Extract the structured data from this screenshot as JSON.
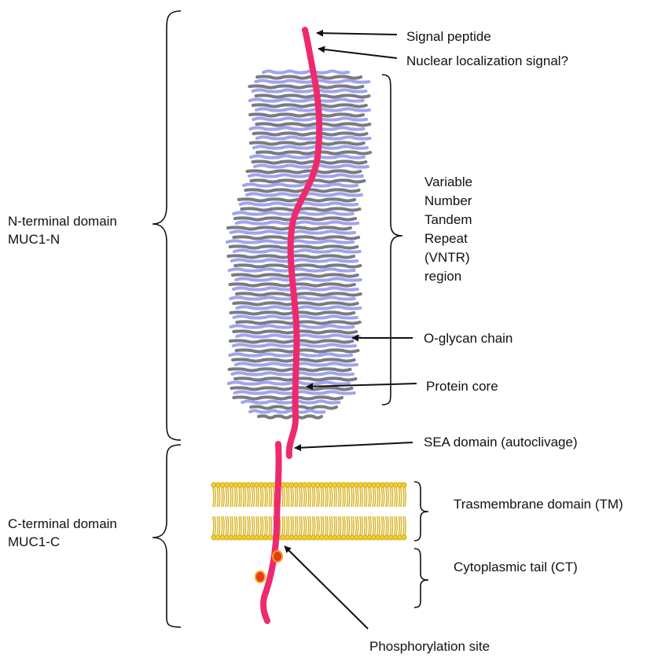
{
  "domains": {
    "n_terminal": {
      "line1": "N-terminal domain",
      "line2": "MUC1-N"
    },
    "c_terminal": {
      "line1": "C-terminal domain",
      "line2": "MUC1-C"
    }
  },
  "labels": {
    "signal_peptide": "Signal peptide",
    "nuclear_localization": "Nuclear localization signal?",
    "vntr": [
      "Variable",
      "Number",
      "Tandem",
      "Repeat",
      "(VNTR)",
      "region"
    ],
    "o_glycan": "O-glycan chain",
    "protein_core": "Protein core",
    "sea_domain": "SEA domain (autoclivage)",
    "transmembrane": "Trasmembrane domain (TM)",
    "cytoplasmic_tail": "Cytoplasmic tail (CT)",
    "phosphorylation": "Phosphorylation site"
  },
  "colors": {
    "protein": "#ee2a6e",
    "glycan_light": "#a0a4ee",
    "glycan_dark": "#7a7a80",
    "membrane_head": "#f2cc2a",
    "membrane_tail": "#d7b11e",
    "phospho_fill": "#e63a1a",
    "phospho_ring": "#f7a318",
    "ink": "#111111"
  }
}
